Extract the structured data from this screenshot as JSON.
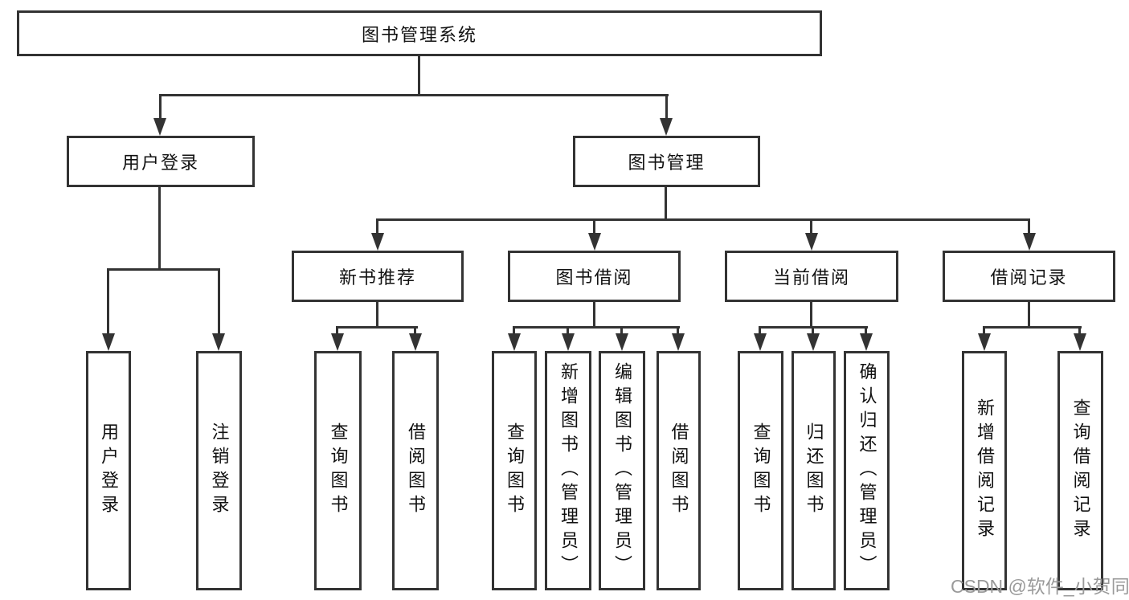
{
  "watermark": "CSDN @软件_小贺同学",
  "colors": {
    "line": "#333333",
    "text": "#111111",
    "watermark": "#9a9a9a",
    "background": "#ffffff"
  },
  "nodes": {
    "root": {
      "label": "图书管理系统"
    },
    "level2": {
      "user_login": {
        "label": "用户登录"
      },
      "book_management": {
        "label": "图书管理"
      }
    },
    "level3": {
      "new_book_recommendation": {
        "label": "新书推荐"
      },
      "book_borrowing": {
        "label": "图书借阅"
      },
      "current_borrowing": {
        "label": "当前借阅"
      },
      "borrowing_records": {
        "label": "借阅记录"
      }
    },
    "leaves": {
      "user_login": {
        "label": "用户登录"
      },
      "logout": {
        "label": "注销登录"
      },
      "recommend_query_books": {
        "label": "查询图书"
      },
      "recommend_borrow_books": {
        "label": "借阅图书"
      },
      "borrow_query_books": {
        "label": "查询图书"
      },
      "borrow_add_books": {
        "label": "新增图书（管理员）"
      },
      "borrow_edit_books": {
        "label": "编辑图书（管理员）"
      },
      "borrow_lend_books": {
        "label": "借阅图书"
      },
      "current_query_books": {
        "label": "查询图书"
      },
      "current_return_books": {
        "label": "归还图书"
      },
      "current_confirm_return": {
        "label": "确认归还（管理员）"
      },
      "records_add_record": {
        "label": "新增借阅记录"
      },
      "records_query_record": {
        "label": "查询借阅记录"
      }
    }
  }
}
